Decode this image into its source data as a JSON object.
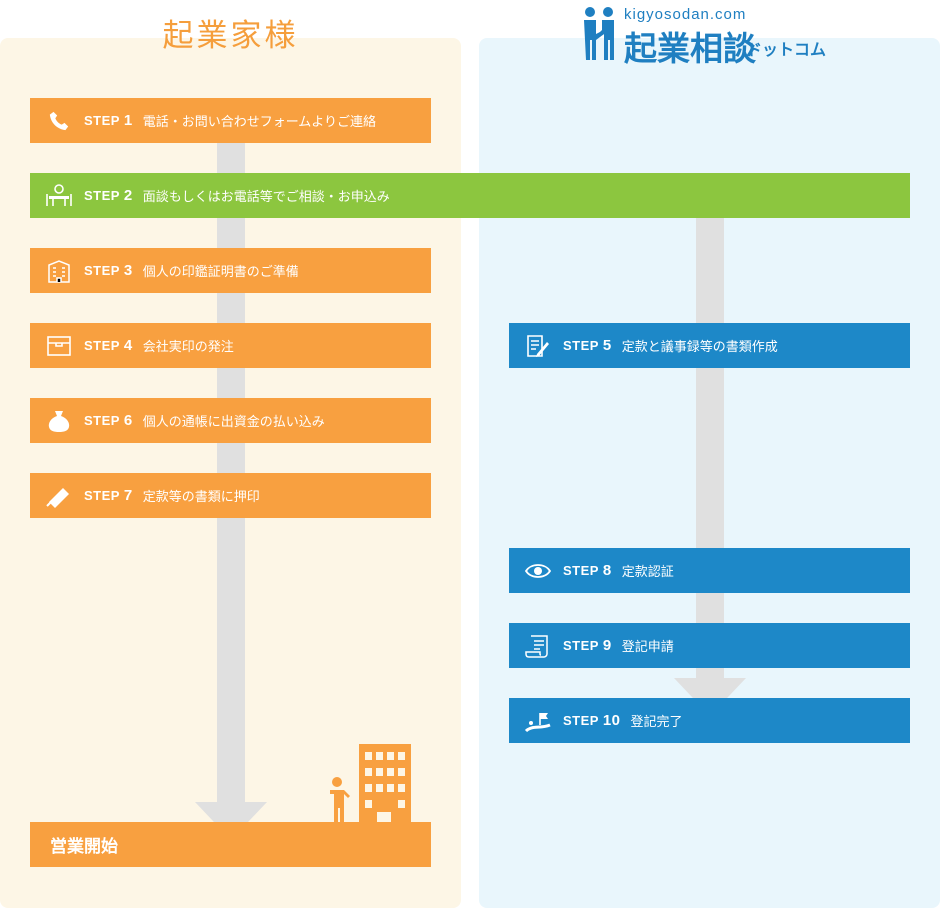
{
  "left_title": "起業家様",
  "logo": {
    "url": "kigyosodan.com",
    "main": "起業相談",
    "sub": "ドットコム"
  },
  "steps": [
    {
      "prefix": "STEP",
      "num": "1",
      "label": "電話・お問い合わせフォームよりご連絡",
      "icon": "phone-icon",
      "color": "#f8a040"
    },
    {
      "prefix": "STEP",
      "num": "2",
      "label": "面談もしくはお電話等でご相談・お申込み",
      "icon": "meeting-icon",
      "color": "#8cc63f"
    },
    {
      "prefix": "STEP",
      "num": "3",
      "label": "個人の印鑑証明書のご準備",
      "icon": "building-icon",
      "color": "#f8a040"
    },
    {
      "prefix": "STEP",
      "num": "4",
      "label": "会社実印の発注",
      "icon": "box-icon",
      "color": "#f8a040"
    },
    {
      "prefix": "STEP",
      "num": "5",
      "label": "定款と議事録等の書類作成",
      "icon": "document-pen-icon",
      "color": "#1d88c8"
    },
    {
      "prefix": "STEP",
      "num": "6",
      "label": "個人の通帳に出資金の払い込み",
      "icon": "money-bag-icon",
      "color": "#f8a040"
    },
    {
      "prefix": "STEP",
      "num": "7",
      "label": "定款等の書類に押印",
      "icon": "stamp-icon",
      "color": "#f8a040"
    },
    {
      "prefix": "STEP",
      "num": "8",
      "label": "定款認証",
      "icon": "eye-icon",
      "color": "#1d88c8"
    },
    {
      "prefix": "STEP",
      "num": "9",
      "label": "登記申請",
      "icon": "scroll-icon",
      "color": "#1d88c8"
    },
    {
      "prefix": "STEP",
      "num": "10",
      "label": "登記完了",
      "icon": "flag-goal-icon",
      "color": "#1d88c8"
    }
  ],
  "final_label": "営業開始"
}
